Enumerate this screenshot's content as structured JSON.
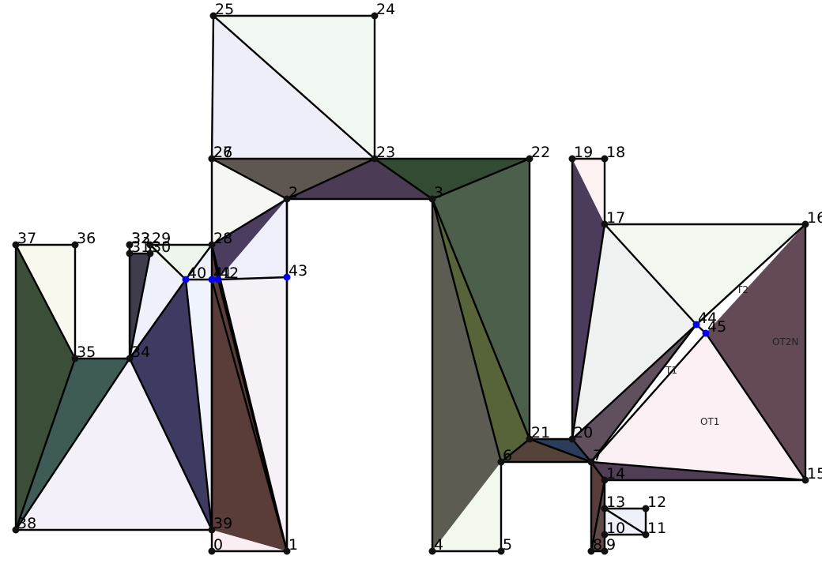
{
  "diagram": {
    "vertex_labels": [
      "0",
      "1",
      "2",
      "3",
      "4",
      "5",
      "6",
      "7",
      "8",
      "9",
      "10",
      "11",
      "12",
      "13",
      "14",
      "15",
      "16",
      "17",
      "18",
      "19",
      "20",
      "21",
      "22",
      "23",
      "24",
      "25",
      "26",
      "27",
      "28",
      "29",
      "30",
      "31",
      "32",
      "33",
      "34",
      "35",
      "36",
      "37",
      "38",
      "39",
      "40",
      "41",
      "42",
      "43",
      "44",
      "45"
    ],
    "region_labels": [
      "OT1",
      "T1",
      "T2",
      "OT2N"
    ],
    "colors": {
      "vertex_black": "#111111",
      "vertex_blue": "#0000ee",
      "edge": "#000000"
    }
  }
}
